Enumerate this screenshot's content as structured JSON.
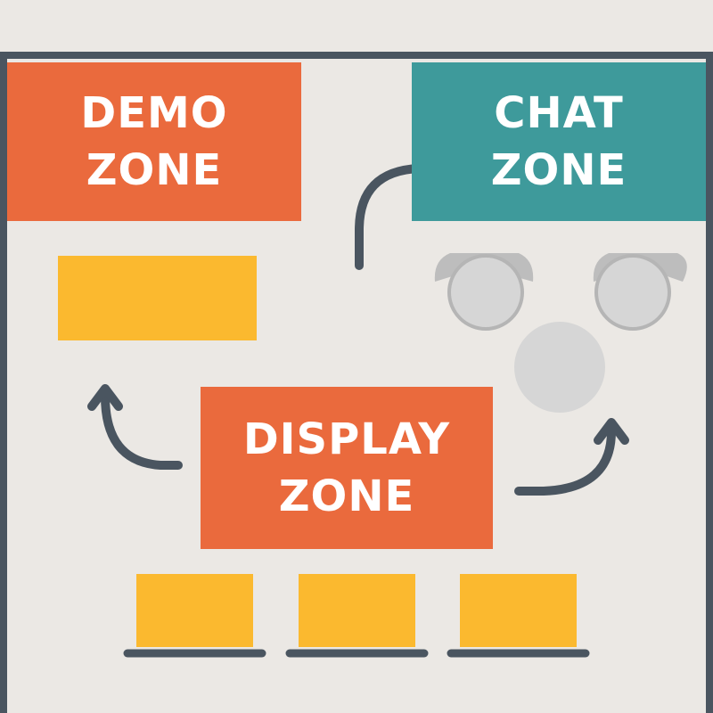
{
  "zones": {
    "demo": {
      "line1": "DEMO",
      "line2": "ZONE"
    },
    "chat": {
      "line1": "CHAT",
      "line2": "ZONE"
    },
    "display": {
      "line1": "DISPLAY",
      "line2": "ZONE"
    }
  },
  "colors": {
    "wall": "#4a5560",
    "background": "#ebe8e4",
    "zone_orange": "#ea6a3d",
    "zone_teal": "#3e9a9b",
    "table_yellow": "#fbb92f",
    "chair_gray": "#d6d6d6",
    "chair_outline": "#b5b5b5"
  },
  "icons": {
    "arrows": "curved-flow-arrow",
    "tables": "display-table",
    "chairs": "chat-chair"
  }
}
